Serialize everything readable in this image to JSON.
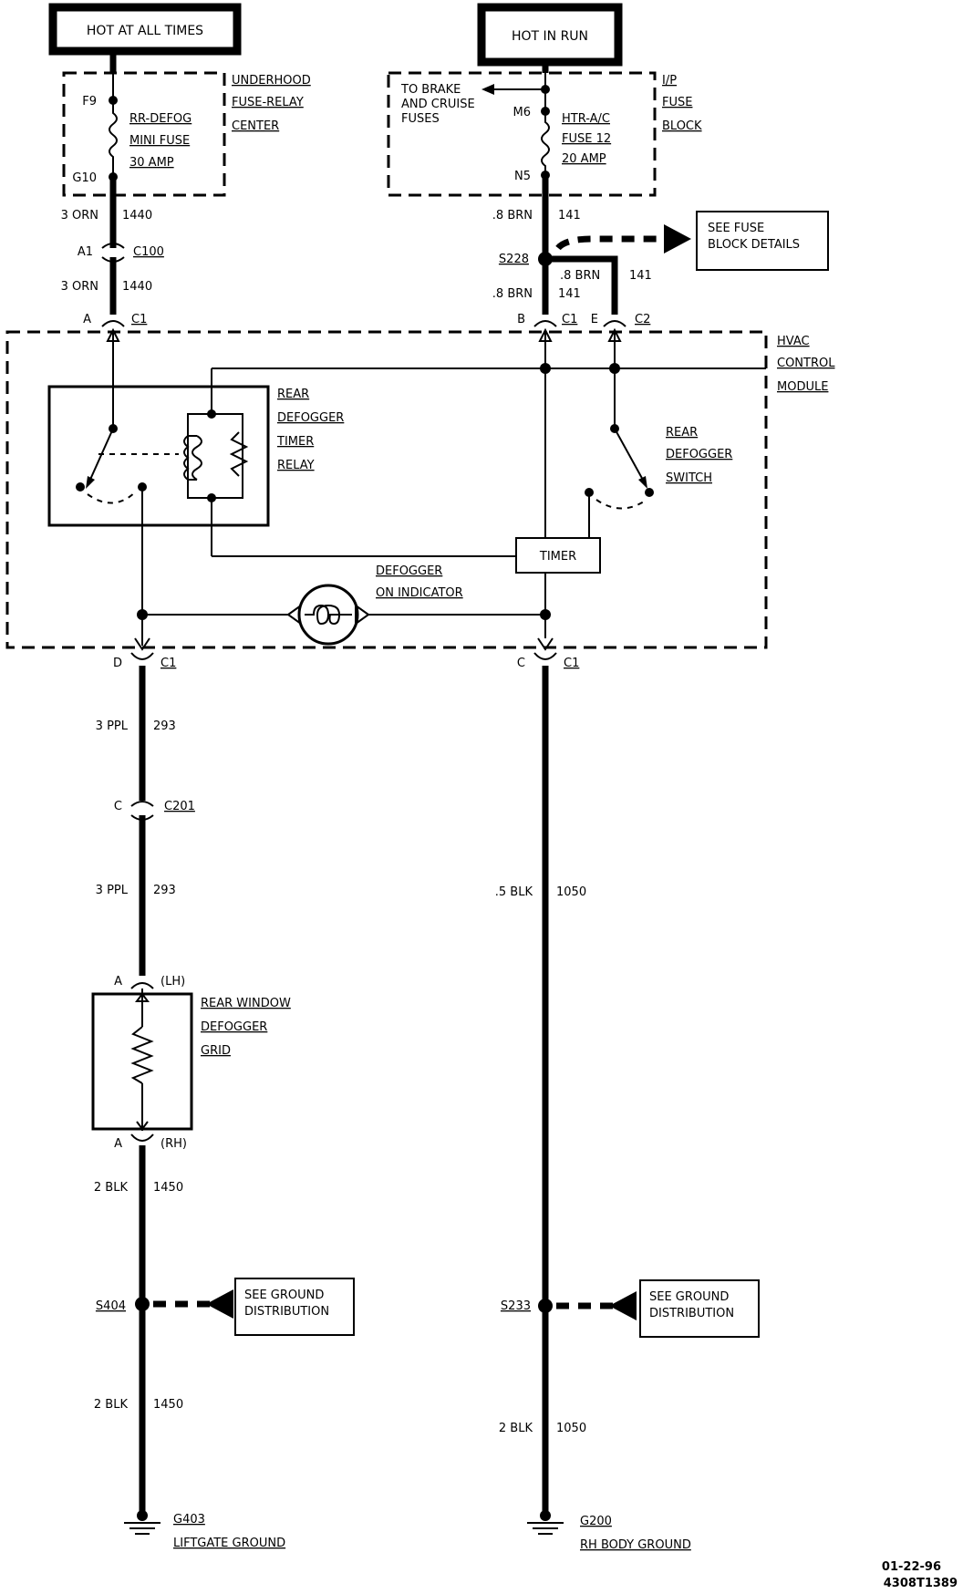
{
  "power": {
    "hot_at_all_times": "HOT AT ALL TIMES",
    "hot_in_run": "HOT IN RUN"
  },
  "underhood_center": {
    "name_lines": [
      "UNDERHOOD",
      "FUSE-RELAY",
      "CENTER"
    ],
    "pin_top": "F9",
    "pin_bottom": "G10",
    "fuse_lines": [
      "RR-DEFOG",
      "MINI FUSE",
      "30 AMP"
    ]
  },
  "ip_fuse_block": {
    "name_lines": [
      "I/P",
      "FUSE",
      "BLOCK"
    ],
    "pin_top": "M6",
    "pin_bottom": "N5",
    "fuse_lines": [
      "HTR-A/C",
      "FUSE 12",
      "20 AMP"
    ],
    "branch_lines": [
      "TO BRAKE",
      "AND CRUISE",
      "FUSES"
    ]
  },
  "left_branch": {
    "wire1_gauge": "3 ORN",
    "wire1_circuit": "1440",
    "c100_pin": "A1",
    "c100_label": "C100",
    "wire2_gauge": "3 ORN",
    "wire2_circuit": "1440",
    "c1_pin_a": "A",
    "c1_label": "C1",
    "c1_pin_d": "D",
    "c1_label_d": "C1",
    "wire3_gauge": "3 PPL",
    "wire3_circuit": "293",
    "c201_pin": "C",
    "c201_label": "C201",
    "wire4_gauge": "3 PPL",
    "wire4_circuit": "293",
    "grid_top_pin": "A",
    "grid_top_side": "(LH)",
    "grid_bottom_pin": "A",
    "grid_bottom_side": "(RH)",
    "grid_lines": [
      "REAR WINDOW",
      "DEFOGGER",
      "GRID"
    ],
    "wire5_gauge": "2 BLK",
    "wire5_circuit": "1450",
    "splice": "S404",
    "wire6_gauge": "2 BLK",
    "wire6_circuit": "1450",
    "ground": "G403",
    "ground_name": "LIFTGATE GROUND"
  },
  "right_branch": {
    "wire1_gauge": ".8 BRN",
    "wire1_circuit": "141",
    "splice": "S228",
    "branch_gauge": ".8 BRN",
    "branch_circuit": "141",
    "wire2_gauge": ".8 BRN",
    "wire2_circuit": "141",
    "c1_pin_b": "B",
    "c1_label_b": "C1",
    "c2_pin_e": "E",
    "c2_label": "C2",
    "c1_pin_c": "C",
    "c1_label_c": "C1",
    "wire3_gauge": ".5 BLK",
    "wire3_circuit": "1050",
    "splice2": "S233",
    "wire4_gauge": "2 BLK",
    "wire4_circuit": "1050",
    "ground": "G200",
    "ground_name": "RH BODY GROUND"
  },
  "see_fuse_block": [
    "SEE FUSE",
    "BLOCK DETAILS"
  ],
  "see_ground_left": [
    "SEE GROUND",
    "DISTRIBUTION"
  ],
  "see_ground_right": [
    "SEE GROUND",
    "DISTRIBUTION"
  ],
  "hvac_module": {
    "name_lines": [
      "HVAC",
      "CONTROL",
      "MODULE"
    ],
    "relay_lines": [
      "REAR",
      "DEFOGGER",
      "TIMER",
      "RELAY"
    ],
    "switch_lines": [
      "REAR",
      "DEFOGGER",
      "SWITCH"
    ],
    "timer": "TIMER",
    "indicator_lines": [
      "DEFOGGER",
      "ON INDICATOR"
    ]
  },
  "footer": {
    "date": "01-22-96",
    "code": "4308T1389"
  }
}
